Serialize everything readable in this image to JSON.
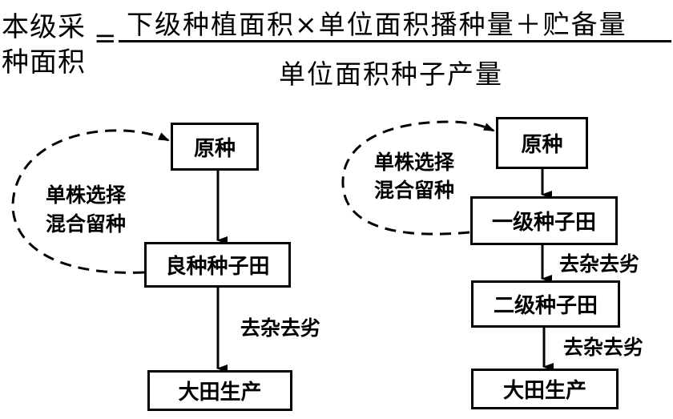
{
  "formula": {
    "lhs_line1": "本级采",
    "lhs_line2": "种面积",
    "equals": "=",
    "numerator": "下级种植面积×单位面积播种量＋贮备量",
    "denominator": "单位面积种子产量"
  },
  "left_scheme": {
    "nodes": [
      "原种",
      "良种种子田",
      "大田生产"
    ],
    "loop_label_line1": "单株选择",
    "loop_label_line2": "混合留种",
    "edge_label": "去杂去劣"
  },
  "right_scheme": {
    "nodes": [
      "原种",
      "一级种子田",
      "二级种子田",
      "大田生产"
    ],
    "loop_label_line1": "单株选择",
    "loop_label_line2": "混合留种",
    "edge_labels": [
      "去杂去劣",
      "去杂去劣"
    ]
  }
}
